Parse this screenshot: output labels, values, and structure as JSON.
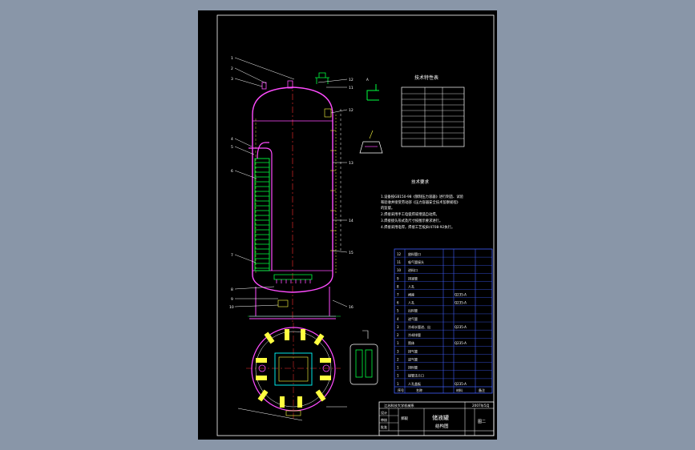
{
  "tech_params": {
    "title": "技术特性表"
  },
  "tech_requirements": {
    "title": "技术要求",
    "items": [
      "1.设备按GB150-98《钢制压力容器》进行制造、试验",
      "和验收并接受劳动部《压力容器安全技术监察规程》",
      "的监督。",
      "2.焊接采用手工电弧焊或埋弧自动焊。",
      "3.焊接接头形式及尺寸按图示要求进行。",
      "4.焊接采用电焊，焊接工艺按JB/4708-92执行。"
    ]
  },
  "parts_list": {
    "rows": [
      {
        "no": "12",
        "name": "放料管口",
        "note": ""
      },
      {
        "no": "11",
        "name": "吸气管接头",
        "note": ""
      },
      {
        "no": "10",
        "name": "进料口",
        "note": ""
      },
      {
        "no": "9",
        "name": "排液管",
        "note": ""
      },
      {
        "no": "8",
        "name": "人孔",
        "note": ""
      },
      {
        "no": "7",
        "name": "裙座",
        "note": "Q235-A"
      },
      {
        "no": "6",
        "name": "人孔",
        "note": "Q235-A"
      },
      {
        "no": "5",
        "name": "出料管",
        "note": ""
      },
      {
        "no": "4",
        "name": "进气管",
        "note": ""
      },
      {
        "no": "3",
        "name": "冷却水管进、出",
        "note": "Q235-A"
      },
      {
        "no": "2",
        "name": "冷却排管",
        "note": ""
      },
      {
        "no": "1",
        "name": "筒体",
        "note": "Q235-A"
      },
      {
        "no": "3",
        "name": "排气管",
        "note": ""
      },
      {
        "no": "2",
        "name": "进气管",
        "note": ""
      },
      {
        "no": "1",
        "name": "排料管",
        "note": ""
      },
      {
        "no": "1",
        "name": "接管法兰口",
        "note": ""
      },
      {
        "no": "1",
        "name": "人孔盖板",
        "note": "Q235-A"
      }
    ],
    "header": [
      "序号",
      "名称",
      "材料",
      "备注"
    ]
  },
  "title_block": {
    "school": "江苏科技大学机械系",
    "drawing_title": "储液罐",
    "drawing_subtitle": "结构图",
    "date": "2007年5月",
    "sheet": "图二",
    "design_label": "设计",
    "check_label": "审核",
    "approve_label": "批准",
    "designer": "郑毅"
  },
  "leaders": {
    "left": [
      "1",
      "2",
      "3",
      "4",
      "5",
      "6",
      "7",
      "8",
      "9",
      "10"
    ],
    "right": [
      "12",
      "11",
      "12",
      "13",
      "14",
      "15",
      "16"
    ]
  },
  "colors": {
    "outline": "#ff4cff",
    "center_line": "#ff3030",
    "cooling_tubes": "#00ff40",
    "leader": "#ffffff",
    "dim_yellow": "#ffff40",
    "table_line": "#4060ff",
    "cyan": "#00ffff"
  }
}
